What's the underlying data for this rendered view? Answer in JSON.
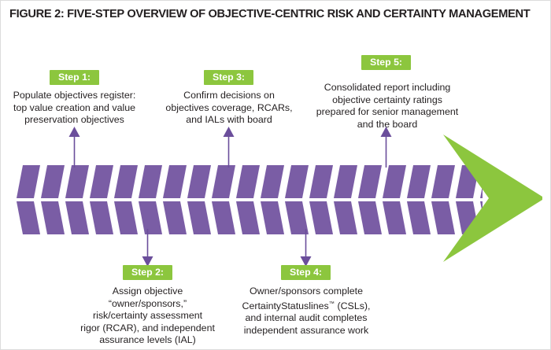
{
  "figure": {
    "title": "FIGURE 2: FIVE-STEP OVERVIEW OF OBJECTIVE-CENTRIC RISK AND CERTAINTY MANAGEMENT",
    "colors": {
      "chevron_purple": "#7A5DA5",
      "accent_green": "#8CC63E",
      "text_black": "#231F20",
      "connector_purple": "#6B4E9B",
      "background": "#FFFFFF",
      "border_gray": "#DCDCDC"
    }
  },
  "steps": [
    {
      "id": "step-1",
      "label": "Step 1:",
      "body": "Populate objectives register:\ntop value creation and value\npreservation objectives",
      "position": "above",
      "connector": "arrow-up"
    },
    {
      "id": "step-2",
      "label": "Step 2:",
      "body": "Assign objective\n“owner/sponsors,”\nrisk/certainty assessment\nrigor (RCAR), and independent\nassurance levels (IAL)",
      "position": "below",
      "connector": "arrow-down"
    },
    {
      "id": "step-3",
      "label": "Step 3:",
      "body": "Confirm decisions on\nobjectives coverage, RCARs,\nand IALs with board",
      "position": "above",
      "connector": "arrow-up"
    },
    {
      "id": "step-4",
      "label": "Step 4:",
      "body_before_sup": "Owner/sponsors complete\nCertaintyStatuslines",
      "body_sup": "™",
      "body_after_sup": " (CSLs),\nand internal audit completes\nindependent assurance work",
      "position": "below",
      "connector": "arrow-down"
    },
    {
      "id": "step-5",
      "label": "Step 5:",
      "body": "Consolidated report including\nobjective certainty ratings\nprepared for senior management\nand the board",
      "position": "above",
      "connector": "arrow-up"
    }
  ],
  "graphic": {
    "name": "chevron-process-arrow",
    "chevron_rows": 2,
    "chevron_segments_per_row": 19,
    "arrow_head_color": "#8CC63E",
    "band_color": "#7A5DA5"
  }
}
